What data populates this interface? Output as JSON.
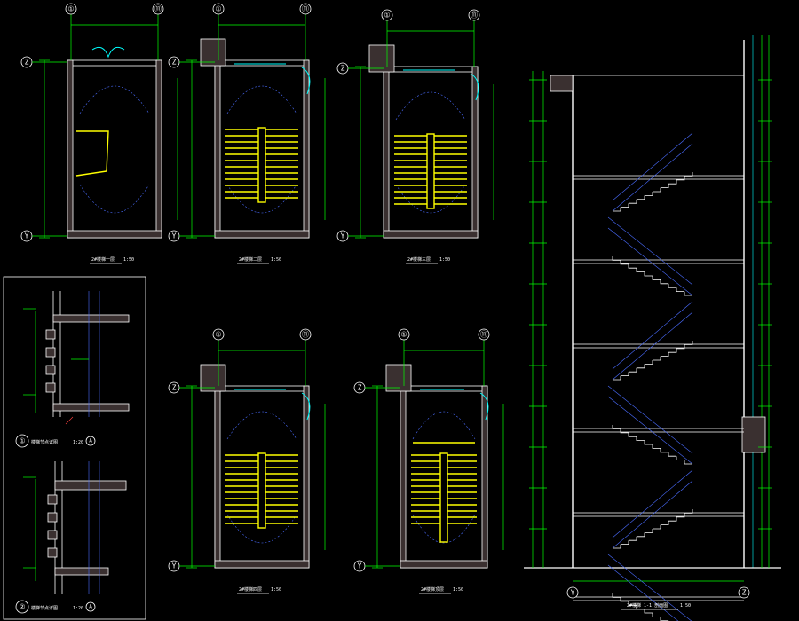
{
  "colors": {
    "background": "#000000",
    "dimension": "#00ff00",
    "wall": "#ffffff",
    "rail": "#ffff00",
    "door": "#00ffff",
    "grid": "#4a6cff"
  },
  "grid_labels": {
    "axis_1": "①",
    "axis_11": "⑪",
    "axis_z": "Z",
    "axis_y": "Y"
  },
  "plans": [
    {
      "title": "2#楼梯一层",
      "scale": "1:50"
    },
    {
      "title": "2#楼梯二层",
      "scale": "1:50"
    },
    {
      "title": "2#楼梯三层",
      "scale": "1:50"
    },
    {
      "title": "2#楼梯四层",
      "scale": "1:50"
    },
    {
      "title": "2#楼梯顶层",
      "scale": "1:50"
    }
  ],
  "details": [
    {
      "num": "①",
      "title": "楼梯节点详图",
      "scale": "1:20",
      "ref": "A"
    },
    {
      "num": "②",
      "title": "楼梯节点详图",
      "scale": "1:20",
      "ref": "A"
    }
  ],
  "section": {
    "title": "2#楼梯 1-1 剖面图",
    "scale": "1:50",
    "axis_left": "Y",
    "axis_right": "Z"
  },
  "icons": [
    "grid-bubble-icon",
    "door-swing-icon",
    "north-elevation-marker-icon"
  ]
}
